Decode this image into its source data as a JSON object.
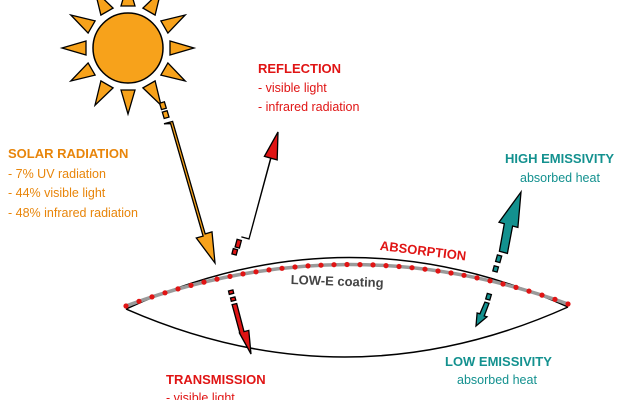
{
  "colors": {
    "sun": "#f7a21b",
    "sun_outline": "#000000",
    "solar": "#e8850a",
    "reflection": "#e01414",
    "teal": "#13918f",
    "coating": "#9a9a9a",
    "dots": "#e01414"
  },
  "solar_radiation": {
    "title": "SOLAR RADIATION",
    "lines": [
      "- 7% UV radiation",
      "- 44% visible light",
      "- 48% infrared radiation"
    ]
  },
  "reflection": {
    "title": "REFLECTION",
    "lines": [
      "- visible light",
      "- infrared radiation"
    ]
  },
  "high_emissivity": {
    "title": "HIGH EMISSIVITY",
    "sub": "absorbed heat"
  },
  "absorption": {
    "title": "ABSORPTION"
  },
  "coating": {
    "label": "LOW-E coating"
  },
  "low_emissivity": {
    "title": "LOW EMISSIVITY",
    "sub": "absorbed heat"
  },
  "transmission": {
    "title": "TRANSMISSION",
    "lines": [
      "- visible light"
    ]
  }
}
